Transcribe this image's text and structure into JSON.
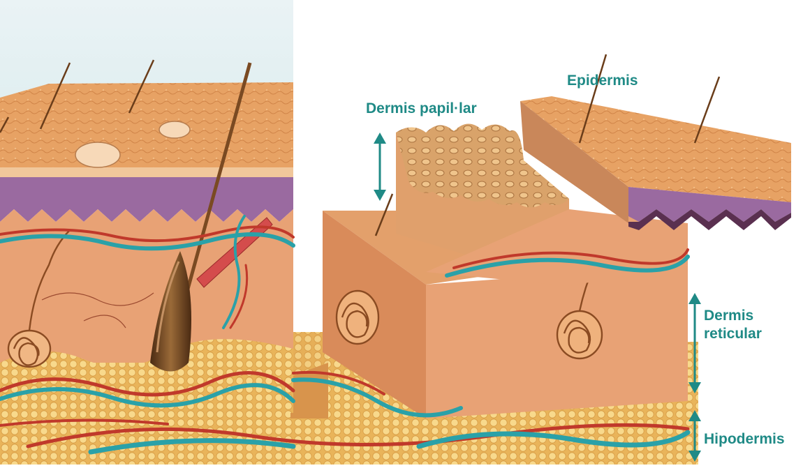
{
  "labels": {
    "epidermis": "Epidermis",
    "dermis_papillar": "Dermis papil·lar",
    "dermis_reticular_line1": "Dermis",
    "dermis_reticular_line2": "reticular",
    "hipodermis": "Hipodermis"
  },
  "colors": {
    "label_teal": "#1f8a86",
    "epidermis_surface": "#e9a567",
    "epidermis_purple": "#9a6aa0",
    "dermis": "#e8a275",
    "hypodermis_fat": "#f3c770",
    "artery_red": "#c0392b",
    "vein_teal": "#2aa1a8",
    "hair_brown": "#7a4a22"
  },
  "icons": {
    "arrows": "double-headed-arrow-icon"
  }
}
